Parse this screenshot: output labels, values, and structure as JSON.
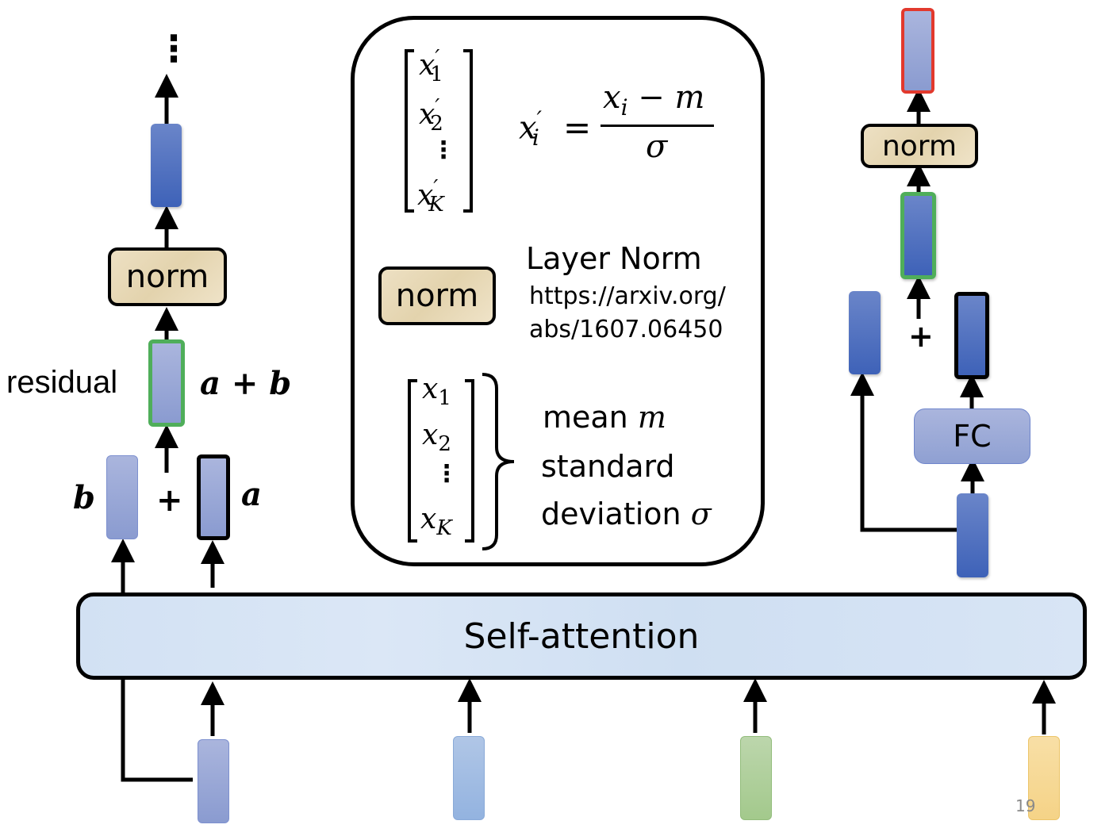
{
  "left_block": {
    "ellipsis": "⋮",
    "norm_label": "norm",
    "residual_label": "residual",
    "sum_label": "a + b",
    "b_label": "b",
    "a_label": "a",
    "plus_label": "+"
  },
  "layer_norm_panel": {
    "output_vector": [
      "x′₁",
      "x′₂",
      "⋮",
      "x′_K"
    ],
    "output_items": [
      {
        "base": "x",
        "prime": "′",
        "sub": "1"
      },
      {
        "base": "x",
        "prime": "′",
        "sub": "2"
      },
      {
        "base": "⋮"
      },
      {
        "base": "x",
        "prime": "′",
        "sub": "K"
      }
    ],
    "formula": {
      "lhs_base": "x",
      "lhs_prime": "′",
      "lhs_sub": "i",
      "equals": "=",
      "numerator_base": "x",
      "numerator_sub": "i",
      "numerator_rest": " − m",
      "denominator": "σ"
    },
    "norm_label": "norm",
    "title": "Layer Norm",
    "link_line1": "https://arxiv.org/",
    "link_line2": "abs/1607.06450",
    "input_items": [
      {
        "base": "x",
        "sub": "1"
      },
      {
        "base": "x",
        "sub": "2"
      },
      {
        "base": "⋮"
      },
      {
        "base": "x",
        "sub": "K"
      }
    ],
    "stats": {
      "mean_label": "mean ",
      "mean_symbol": "m",
      "std_line1": "standard",
      "std_line2": "deviation ",
      "std_symbol": "σ"
    }
  },
  "right_block": {
    "norm_label": "norm",
    "plus_label": "+",
    "fc_label": "FC"
  },
  "self_attention": {
    "label": "Self-attention"
  },
  "input_tokens": [
    {
      "color": "#9aa8d8"
    },
    {
      "color": "#a3bde4"
    },
    {
      "color": "#afd09c"
    },
    {
      "color": "#f6d88f"
    }
  ],
  "page_number": "19"
}
